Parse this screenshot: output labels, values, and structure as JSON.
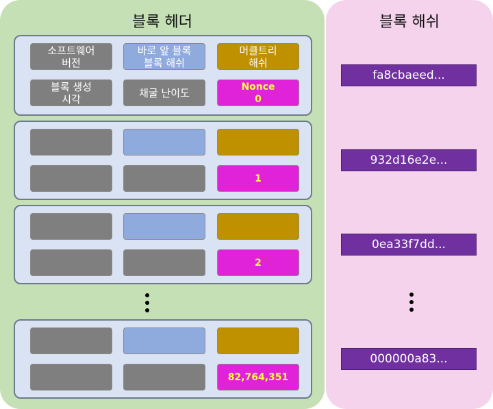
{
  "header_panel": {
    "title": "블록 헤더"
  },
  "hash_panel": {
    "title": "블록 해쉬"
  },
  "first_block": {
    "version": "소프트웨어\n버전",
    "prev_hash": "바로 앞 블록\n블록 해쉬",
    "merkle": "머클트리\n해쉬",
    "timestamp": "블록 생성\n시각",
    "difficulty": "채굴 난이도",
    "nonce": "Nonce\n0"
  },
  "nonces": [
    "1",
    "2",
    "82,764,351"
  ],
  "hashes": [
    "fa8cbaeed...",
    "932d16e2e...",
    "0ea33f7dd...",
    "000000a83..."
  ],
  "colors": {
    "header_bg": "#c5e0b4",
    "hash_bg": "#f6d3ec",
    "version": "#7f7f7f",
    "prev_hash": "#8faadc",
    "merkle": "#bf9000",
    "nonce": "#e023d8",
    "hash_box": "#7030a0"
  }
}
